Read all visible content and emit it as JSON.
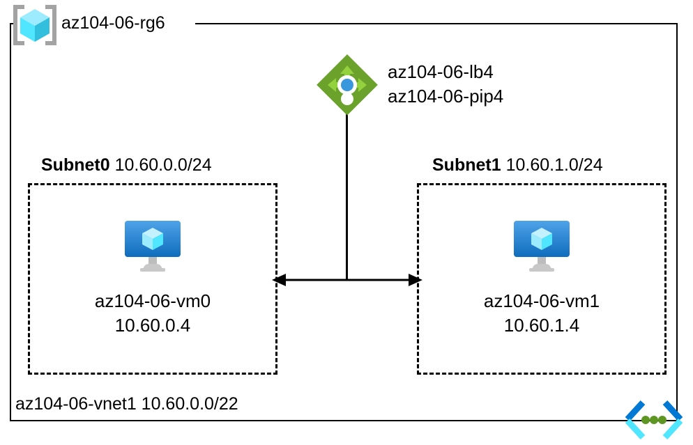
{
  "diagram": {
    "title": "az104-06-rg6",
    "resource_group": {
      "name": "az104-06-rg6",
      "icon": "resource-group-cube-icon"
    },
    "load_balancer": {
      "icon": "load-balancer-icon",
      "name": "az104-06-lb4",
      "public_ip": "az104-06-pip4"
    },
    "vnet": {
      "label": "az104-06-vnet1 10.60.0.0/22",
      "name": "az104-06-vnet1",
      "address_space": "10.60.0.0/22",
      "icon": "virtual-network-icon"
    },
    "subnets": [
      {
        "name": "Subnet0",
        "cidr": "10.60.0.0/24",
        "vm": {
          "name": "az104-06-vm0",
          "ip": "10.60.0.4",
          "icon": "virtual-machine-icon"
        }
      },
      {
        "name": "Subnet1",
        "cidr": "10.60.1.0/24",
        "vm": {
          "name": "az104-06-vm1",
          "ip": "10.60.1.4",
          "icon": "virtual-machine-icon"
        }
      }
    ],
    "colors": {
      "line": "#000000",
      "load_balancer_green": "#6BA22B",
      "load_balancer_green_light": "#7FBA2E",
      "load_balancer_blue": "#3A96DD",
      "vm_blue_top": "#4FA3E8",
      "vm_blue_bottom": "#0F6CBD",
      "cube_cyan": "#50E6FF",
      "cube_cyan_light": "#9CEBFF",
      "cube_cyan_dark": "#32BEDD",
      "bracket_gray": "#A3A3A3",
      "vnet_blue": "#0078D4",
      "vnet_cyan": "#50E6FF",
      "vnet_green": "#5E9624"
    }
  }
}
